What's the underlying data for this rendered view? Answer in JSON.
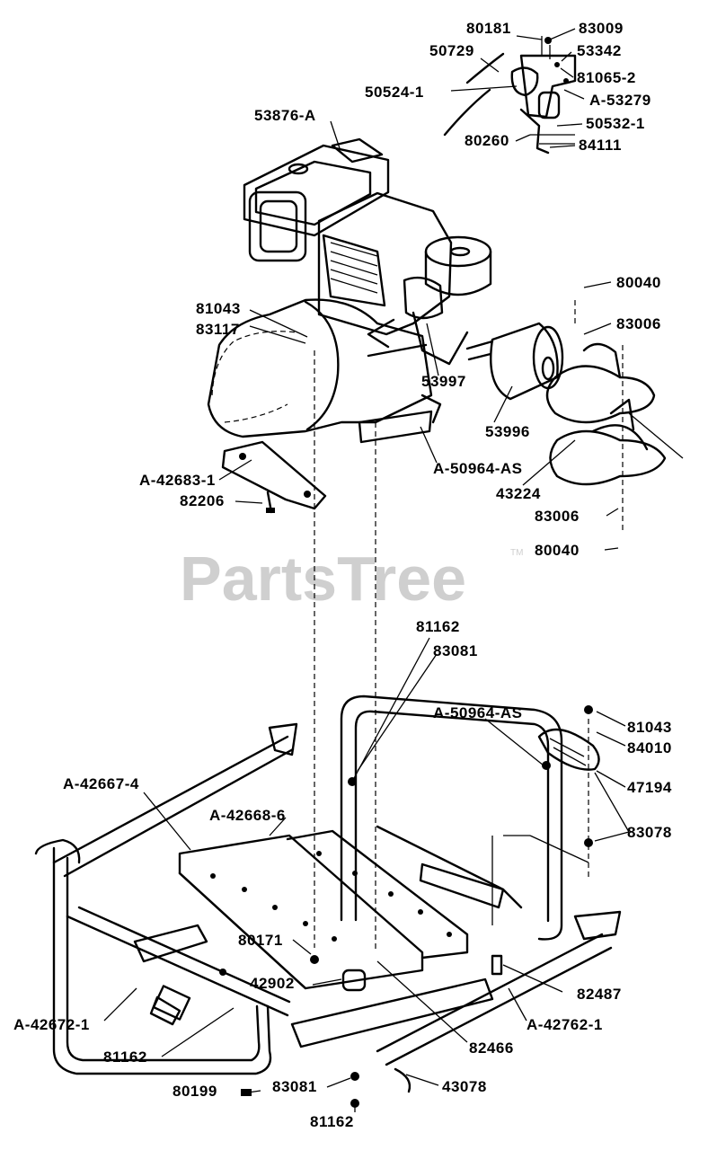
{
  "watermark": {
    "text": "PartsTree",
    "trademark": "TM"
  },
  "labels": {
    "p80181": "80181",
    "p83009": "83009",
    "p50729": "50729",
    "p53342": "53342",
    "p81065_2": "81065-2",
    "p50524_1": "50524-1",
    "pA53279": "A-53279",
    "p50532_1": "50532-1",
    "p80260": "80260",
    "p84111": "84111",
    "p53876A": "53876-A",
    "p80040_top": "80040",
    "p81043_top": "81043",
    "p83006_top": "83006",
    "p83117": "83117",
    "p53997": "53997",
    "p53996": "53996",
    "pA42683_1": "A-42683-1",
    "pA50964AS_top": "A-50964-AS",
    "p82206": "82206",
    "p43224": "43224",
    "p83006_bot": "83006",
    "p80040_bot": "80040",
    "p81162_mid": "81162",
    "p83081_mid": "83081",
    "pA50964AS_bot": "A-50964-AS",
    "p81043_bot": "81043",
    "p84010": "84010",
    "pA42667_4": "A-42667-4",
    "p47194": "47194",
    "pA42668_6": "A-42668-6",
    "p83078": "83078",
    "p80171": "80171",
    "p42902": "42902",
    "p82487": "82487",
    "pA42672_1": "A-42672-1",
    "pA42762_1": "A-42762-1",
    "p81162_left": "81162",
    "p82466": "82466",
    "p80199": "80199",
    "p83081_bot": "83081",
    "p43078": "43078",
    "p81162_bot": "81162"
  }
}
